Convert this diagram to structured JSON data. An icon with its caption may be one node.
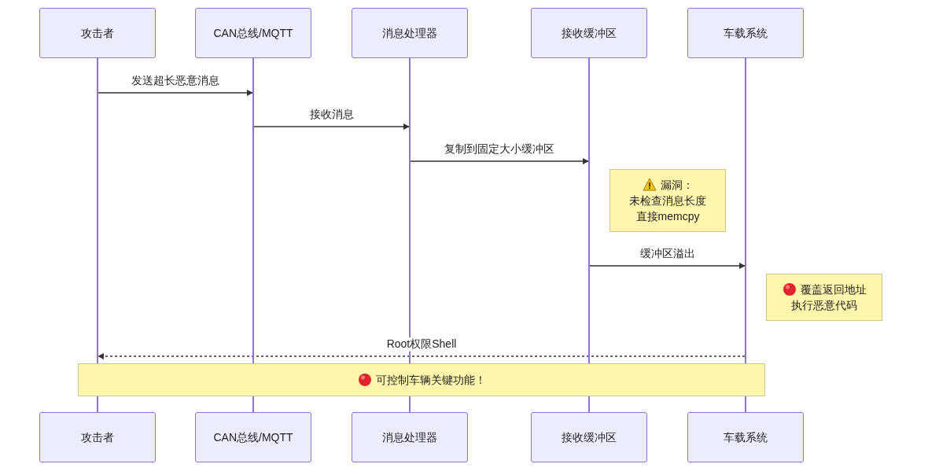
{
  "diagram": {
    "nodes": [
      {
        "text": [
          "攻击者"
        ]
      },
      {
        "text": [
          "CAN总线/MQTT"
        ]
      },
      {
        "text": [
          "消息处理器"
        ]
      },
      {
        "text": [
          "接收缓冲区"
        ]
      },
      {
        "text": [
          "车载系统"
        ]
      },
      {
        "text": [
          "攻击者"
        ]
      },
      {
        "text": [
          "CAN总线/MQTT"
        ]
      },
      {
        "text": [
          "消息处理器"
        ]
      },
      {
        "text": [
          "接收缓冲区"
        ]
      },
      {
        "text": [
          "车载系统"
        ]
      },
      {
        "text": [],
        "shape": "line"
      },
      {
        "text": [],
        "shape": "line"
      },
      {
        "text": [],
        "shape": "line"
      },
      {
        "text": [],
        "shape": "line"
      },
      {
        "text": [],
        "shape": "line"
      },
      {
        "text": [
          "漏洞：",
          "未检查消息长度",
          "直接memcpy"
        ]
      },
      {
        "text": [
          "覆盖返回地址",
          "执行恶意代码"
        ]
      },
      {
        "text": [
          "可控制车辆关键功能！"
        ]
      }
    ],
    "edges": [
      {
        "from": 10,
        "to": 11,
        "arrow": "to",
        "label": "发送超长恶意消息"
      },
      {
        "from": 11,
        "to": 12,
        "arrow": "to",
        "label": "接收消息"
      },
      {
        "from": 12,
        "to": 13,
        "arrow": "to",
        "label": "复制到固定大小缓冲区"
      },
      {
        "from": 13,
        "to": 14,
        "arrow": "to",
        "label": "缓冲区溢出"
      },
      {
        "from": 14,
        "to": 10,
        "arrow": "to",
        "label": "Root权限Shell",
        "style": "dashed"
      }
    ]
  }
}
